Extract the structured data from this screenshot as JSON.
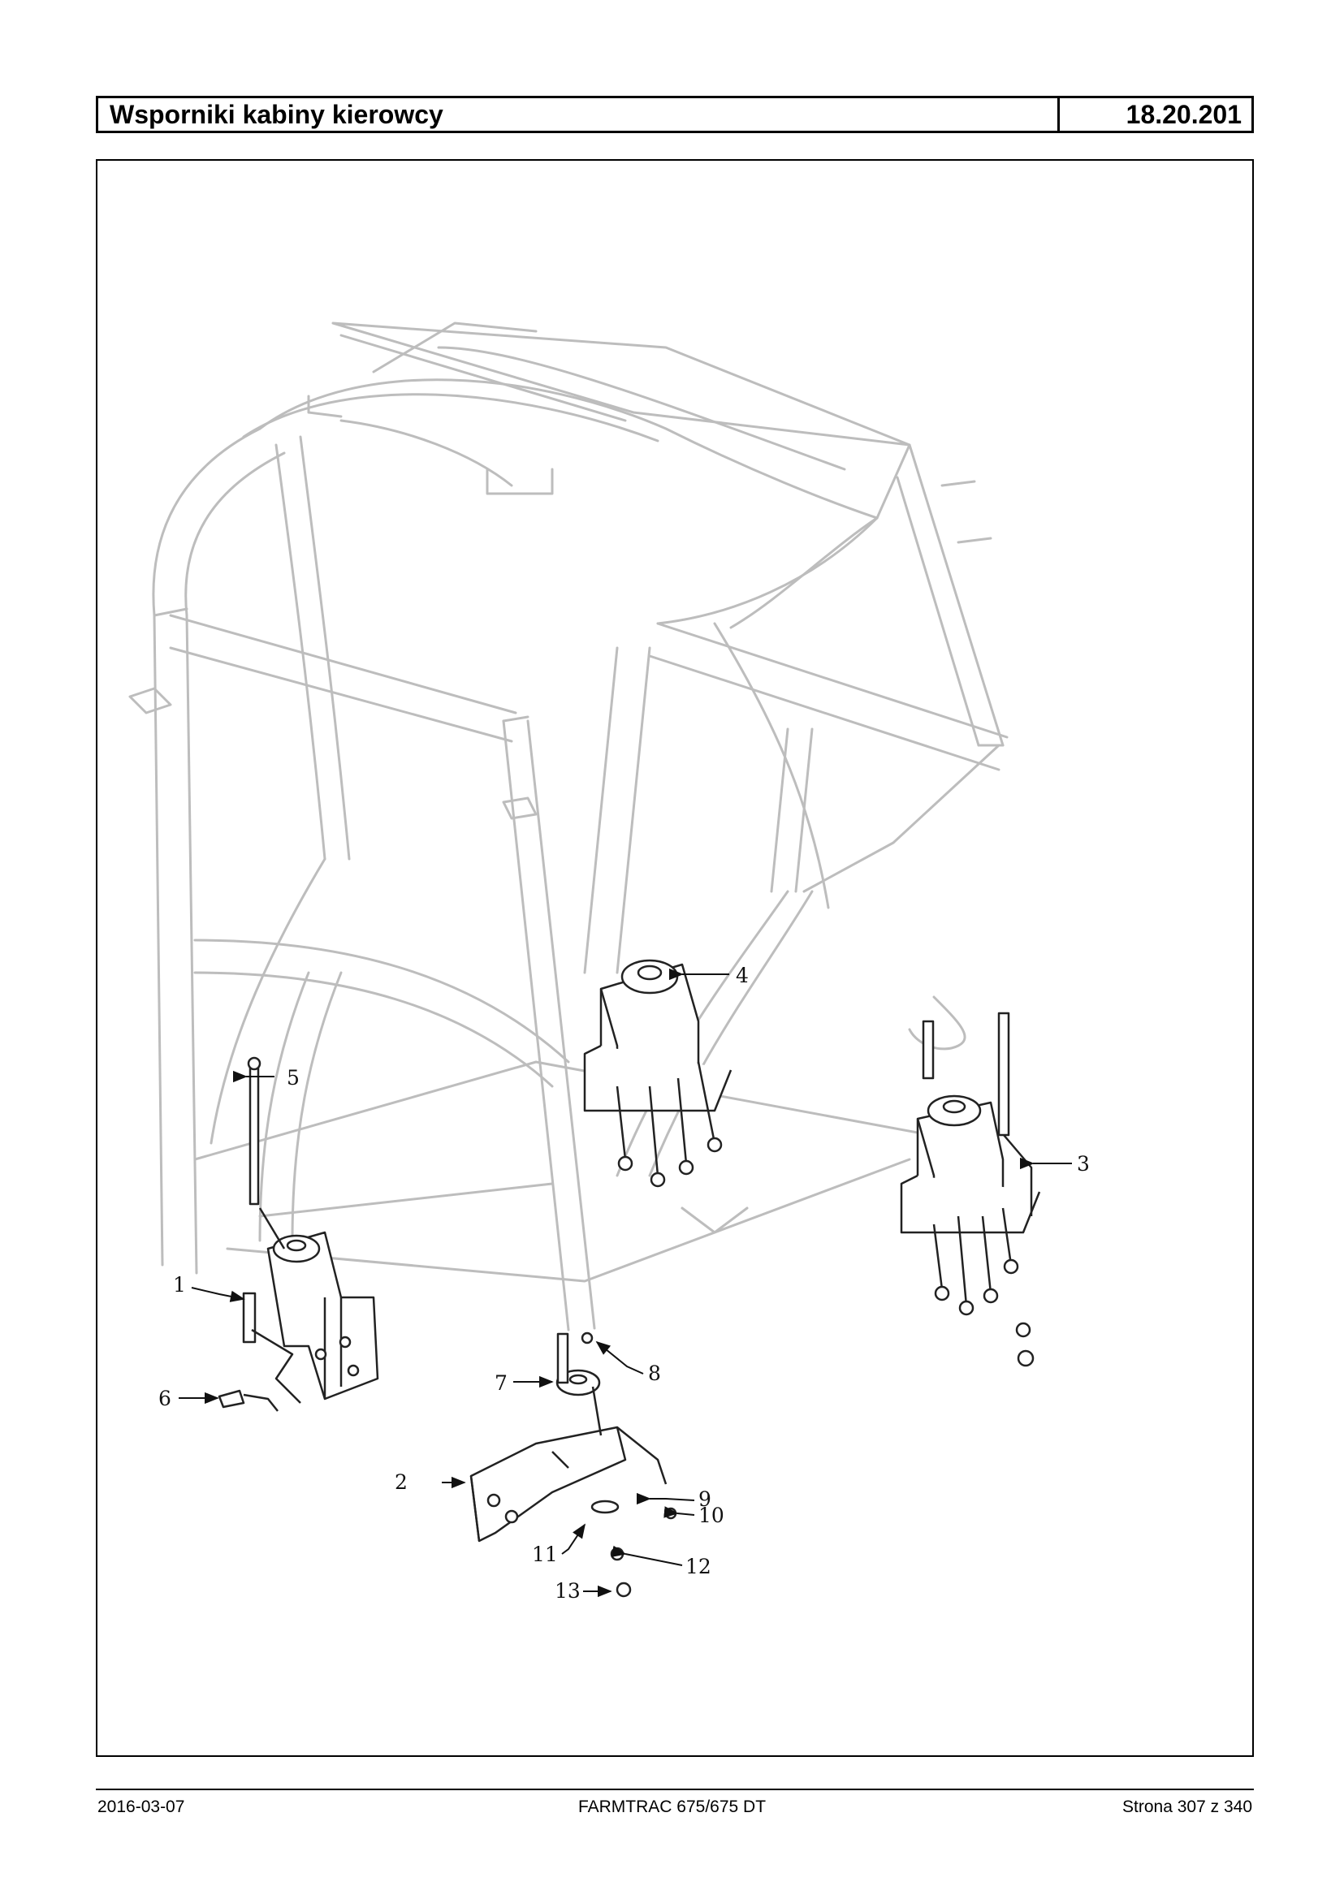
{
  "header": {
    "title": "Wsporniki kabiny kierowcy",
    "code": "18.20.201"
  },
  "diagram": {
    "callouts": [
      "1",
      "2",
      "3",
      "4",
      "5",
      "6",
      "7",
      "8",
      "9",
      "10",
      "11",
      "12",
      "13"
    ]
  },
  "footer": {
    "date": "2016-03-07",
    "model": "FARMTRAC 675/675 DT",
    "page": "Strona 307 z 340"
  }
}
